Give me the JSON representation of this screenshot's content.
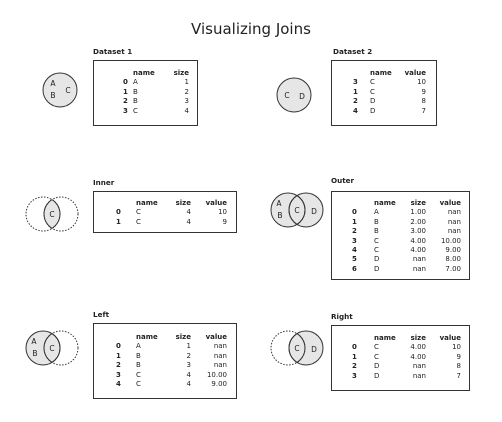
{
  "title": "Visualizing Joins",
  "panels": [
    {
      "id": "dataset1",
      "title": "Dataset 1",
      "venn": {
        "type": "single",
        "labels": [
          "A",
          "B",
          "C"
        ]
      },
      "columns": [
        "name",
        "size"
      ],
      "rows": [
        {
          "index": "0",
          "values": [
            "A",
            "1"
          ]
        },
        {
          "index": "1",
          "values": [
            "B",
            "2"
          ]
        },
        {
          "index": "2",
          "values": [
            "B",
            "3"
          ]
        },
        {
          "index": "3",
          "values": [
            "C",
            "4"
          ]
        }
      ]
    },
    {
      "id": "dataset2",
      "title": "Dataset 2",
      "venn": {
        "type": "single",
        "labels": [
          "C",
          "D"
        ]
      },
      "columns": [
        "name",
        "value"
      ],
      "rows": [
        {
          "index": "3",
          "values": [
            "C",
            "10"
          ]
        },
        {
          "index": "1",
          "values": [
            "C",
            "9"
          ]
        },
        {
          "index": "2",
          "values": [
            "D",
            "8"
          ]
        },
        {
          "index": "4",
          "values": [
            "D",
            "7"
          ]
        }
      ]
    },
    {
      "id": "inner",
      "title": "Inner",
      "venn": {
        "type": "inner",
        "labels": [
          "C"
        ]
      },
      "columns": [
        "name",
        "size",
        "value"
      ],
      "rows": [
        {
          "index": "0",
          "values": [
            "C",
            "4",
            "10"
          ]
        },
        {
          "index": "1",
          "values": [
            "C",
            "4",
            "9"
          ]
        }
      ]
    },
    {
      "id": "outer",
      "title": "Outer",
      "venn": {
        "type": "outer",
        "labels": [
          "A",
          "B",
          "C",
          "D"
        ]
      },
      "columns": [
        "name",
        "size",
        "value"
      ],
      "rows": [
        {
          "index": "0",
          "values": [
            "A",
            "1.00",
            "nan"
          ]
        },
        {
          "index": "1",
          "values": [
            "B",
            "2.00",
            "nan"
          ]
        },
        {
          "index": "2",
          "values": [
            "B",
            "3.00",
            "nan"
          ]
        },
        {
          "index": "3",
          "values": [
            "C",
            "4.00",
            "10.00"
          ]
        },
        {
          "index": "4",
          "values": [
            "C",
            "4.00",
            "9.00"
          ]
        },
        {
          "index": "5",
          "values": [
            "D",
            "nan",
            "8.00"
          ]
        },
        {
          "index": "6",
          "values": [
            "D",
            "nan",
            "7.00"
          ]
        }
      ]
    },
    {
      "id": "left",
      "title": "Left",
      "venn": {
        "type": "left",
        "labels": [
          "A",
          "B",
          "C"
        ]
      },
      "columns": [
        "name",
        "size",
        "value"
      ],
      "rows": [
        {
          "index": "0",
          "values": [
            "A",
            "1",
            "nan"
          ]
        },
        {
          "index": "1",
          "values": [
            "B",
            "2",
            "nan"
          ]
        },
        {
          "index": "2",
          "values": [
            "B",
            "3",
            "nan"
          ]
        },
        {
          "index": "3",
          "values": [
            "C",
            "4",
            "10.00"
          ]
        },
        {
          "index": "4",
          "values": [
            "C",
            "4",
            "9.00"
          ]
        }
      ]
    },
    {
      "id": "right",
      "title": "Right",
      "venn": {
        "type": "right",
        "labels": [
          "C",
          "D"
        ]
      },
      "columns": [
        "name",
        "size",
        "value"
      ],
      "rows": [
        {
          "index": "0",
          "values": [
            "C",
            "4.00",
            "10"
          ]
        },
        {
          "index": "1",
          "values": [
            "C",
            "4.00",
            "9"
          ]
        },
        {
          "index": "2",
          "values": [
            "D",
            "nan",
            "8"
          ]
        },
        {
          "index": "3",
          "values": [
            "D",
            "nan",
            "7"
          ]
        }
      ]
    }
  ],
  "colors": {
    "fill": "#e6e6e6",
    "stroke": "#333333",
    "text": "#222222"
  }
}
